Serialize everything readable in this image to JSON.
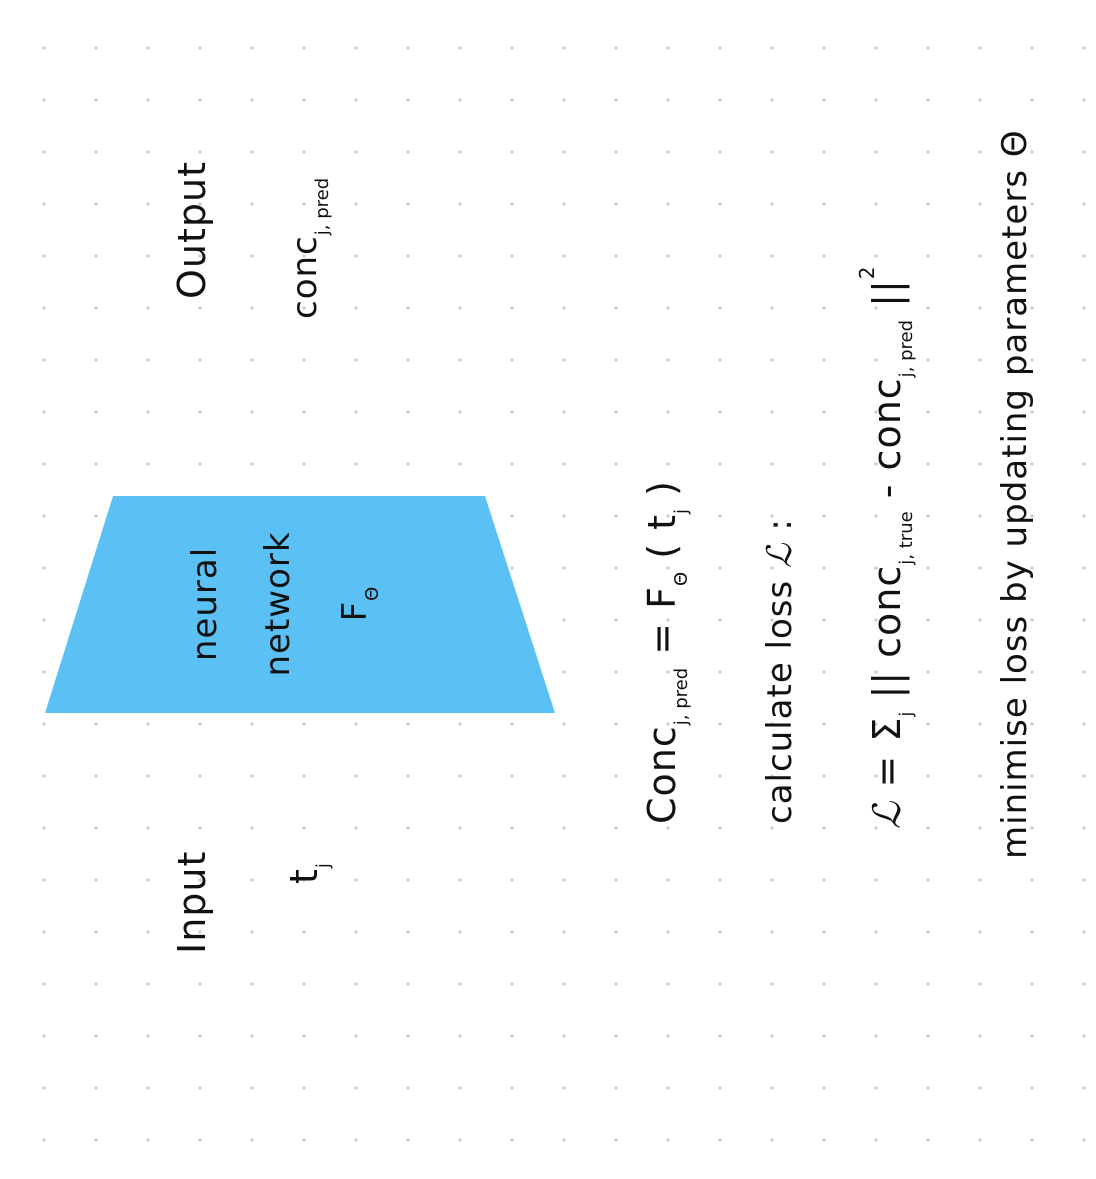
{
  "input": {
    "heading": "Input",
    "symbol": "t",
    "symbol_sub": "j"
  },
  "network": {
    "line1": "neural",
    "line2": "network",
    "symbol": "F",
    "symbol_sub": "Θ",
    "fill_color": "#5BC1F5"
  },
  "output": {
    "heading": "Output",
    "symbol": "conc",
    "symbol_sub": "j, pred"
  },
  "equation1": {
    "lhs": "Conc",
    "lhs_sub": "j, pred",
    "middle": " = F",
    "middle_sub": "Θ",
    "rhs": " ( t",
    "rhs_sub": "j",
    "close": " )"
  },
  "loss_heading": {
    "text": "calculate loss",
    "symbol": "ℒ",
    "colon": " :"
  },
  "equation2": {
    "lhs": "ℒ",
    "eq": " = ",
    "sum": "Σ",
    "sum_sub": "j",
    "open": " || conc",
    "sub1": "j, true",
    "minus": " - conc",
    "sub2": "j, pred",
    "close": " ||",
    "power": "2"
  },
  "minimise": {
    "text": "minimise loss by updating parameters Θ"
  }
}
